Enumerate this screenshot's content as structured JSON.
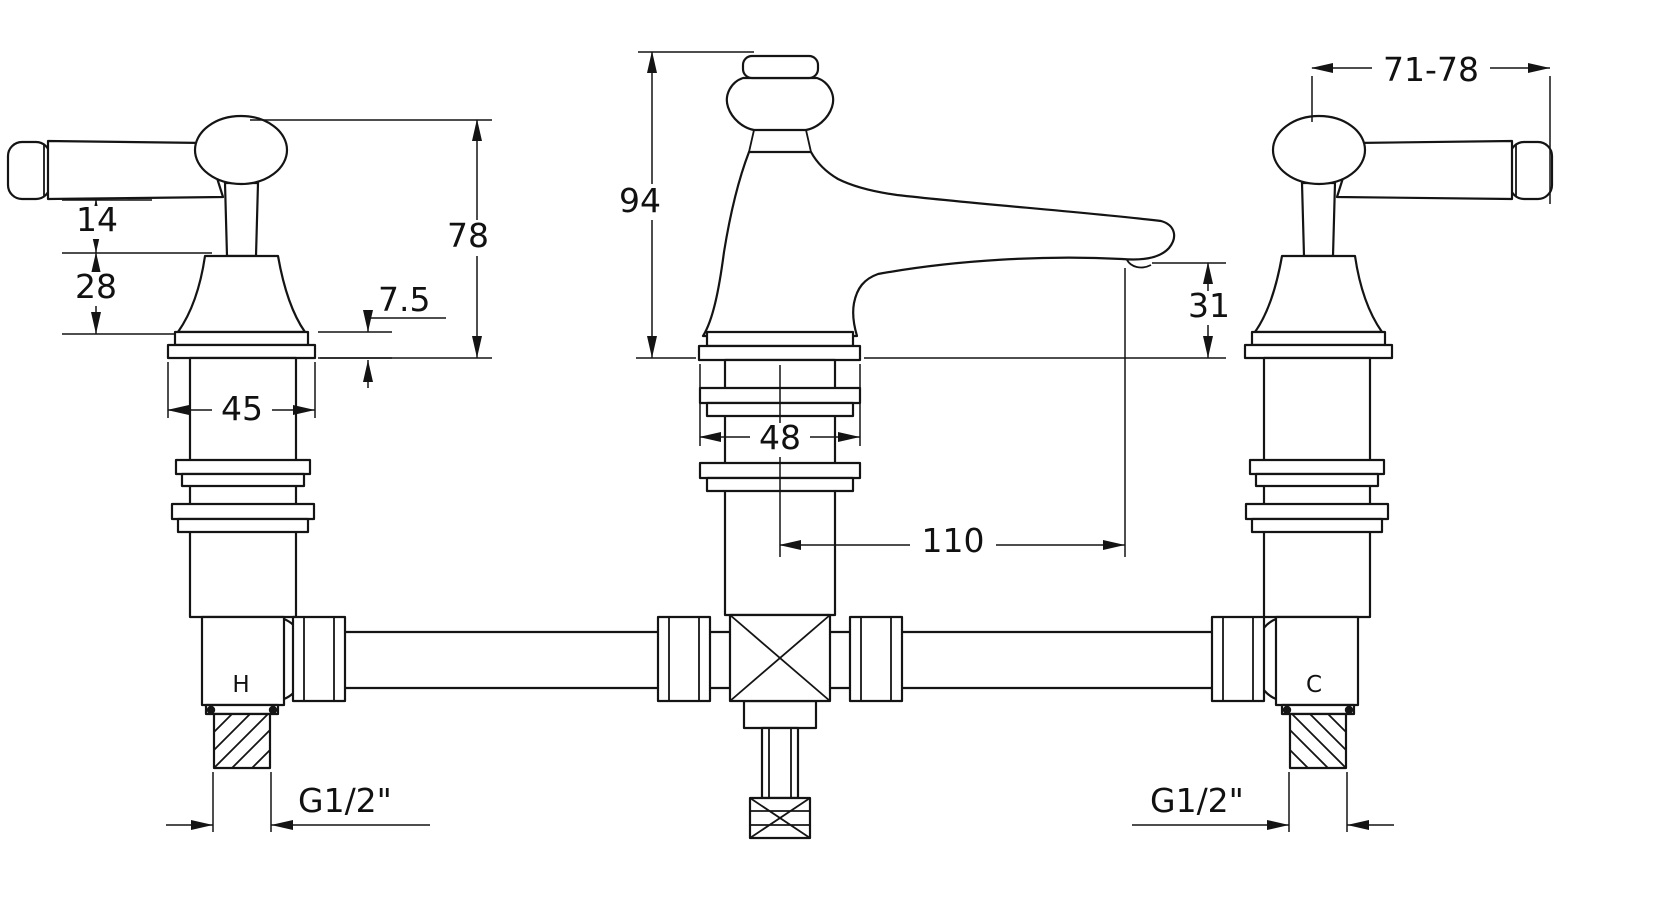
{
  "diagram": {
    "colors": {
      "line": "#141414",
      "background": "#ffffff"
    },
    "dims": {
      "lever_offset": "14",
      "body_height": "28",
      "overall_height": "78",
      "base_plate_thickness": "7.5",
      "valve_base_width": "45",
      "spout_overall_height": "94",
      "spout_outlet_height": "31",
      "spout_base_width": "48",
      "spout_reach": "110",
      "handle_length": "71-78",
      "inlet_thread_left": "G1/2\"",
      "inlet_thread_right": "G1/2\""
    },
    "markers": {
      "hot": "H",
      "cold": "C"
    }
  }
}
